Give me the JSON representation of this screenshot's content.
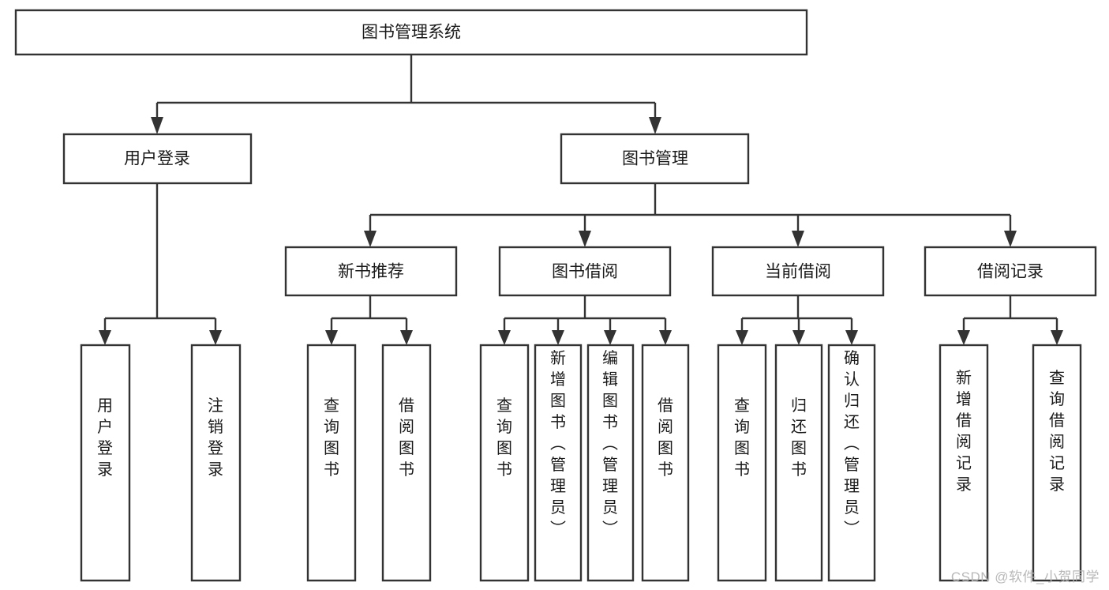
{
  "diagram": {
    "type": "tree",
    "title": "图书管理系统",
    "orientation": "top-down",
    "colors": {
      "box_fill": "#ffffff",
      "box_stroke": "#333333",
      "text": "#1a1a1a",
      "background": "#ffffff",
      "watermark": "#b8b8b8"
    },
    "levels": [
      {
        "level": 0,
        "nodes": [
          {
            "id": "root",
            "label": "图书管理系统",
            "orient": "horizontal"
          }
        ]
      },
      {
        "level": 1,
        "nodes": [
          {
            "id": "login",
            "label": "用户登录",
            "orient": "horizontal",
            "parent": "root"
          },
          {
            "id": "bookmgr",
            "label": "图书管理",
            "orient": "horizontal",
            "parent": "root"
          }
        ]
      },
      {
        "level": 2,
        "nodes": [
          {
            "id": "newbook",
            "label": "新书推荐",
            "orient": "horizontal",
            "parent": "bookmgr"
          },
          {
            "id": "borrow",
            "label": "图书借阅",
            "orient": "horizontal",
            "parent": "bookmgr"
          },
          {
            "id": "current",
            "label": "当前借阅",
            "orient": "horizontal",
            "parent": "bookmgr"
          },
          {
            "id": "records",
            "label": "借阅记录",
            "orient": "horizontal",
            "parent": "bookmgr"
          }
        ]
      },
      {
        "level": 3,
        "nodes": [
          {
            "id": "leaf1",
            "label": "用户登录",
            "orient": "vertical",
            "parent": "login"
          },
          {
            "id": "leaf2",
            "label": "注销登录",
            "orient": "vertical",
            "parent": "login"
          },
          {
            "id": "leaf3",
            "label": "查询图书",
            "orient": "vertical",
            "parent": "newbook"
          },
          {
            "id": "leaf4",
            "label": "借阅图书",
            "orient": "vertical",
            "parent": "newbook"
          },
          {
            "id": "leaf5",
            "label": "查询图书",
            "orient": "vertical",
            "parent": "borrow"
          },
          {
            "id": "leaf6",
            "label": "新增图书（管理员）",
            "orient": "vertical",
            "parent": "borrow"
          },
          {
            "id": "leaf7",
            "label": "编辑图书（管理员）",
            "orient": "vertical",
            "parent": "borrow"
          },
          {
            "id": "leaf8",
            "label": "借阅图书",
            "orient": "vertical",
            "parent": "borrow"
          },
          {
            "id": "leaf9",
            "label": "查询图书",
            "orient": "vertical",
            "parent": "current"
          },
          {
            "id": "leaf10",
            "label": "归还图书",
            "orient": "vertical",
            "parent": "current"
          },
          {
            "id": "leaf11",
            "label": "确认归还（管理员）",
            "orient": "vertical",
            "parent": "current"
          },
          {
            "id": "leaf12",
            "label": "新增借阅记录",
            "orient": "vertical",
            "parent": "records"
          },
          {
            "id": "leaf13",
            "label": "查询借阅记录",
            "orient": "vertical",
            "parent": "records"
          }
        ]
      }
    ]
  },
  "watermark": {
    "text": "CSDN @软件_小贺同学"
  }
}
